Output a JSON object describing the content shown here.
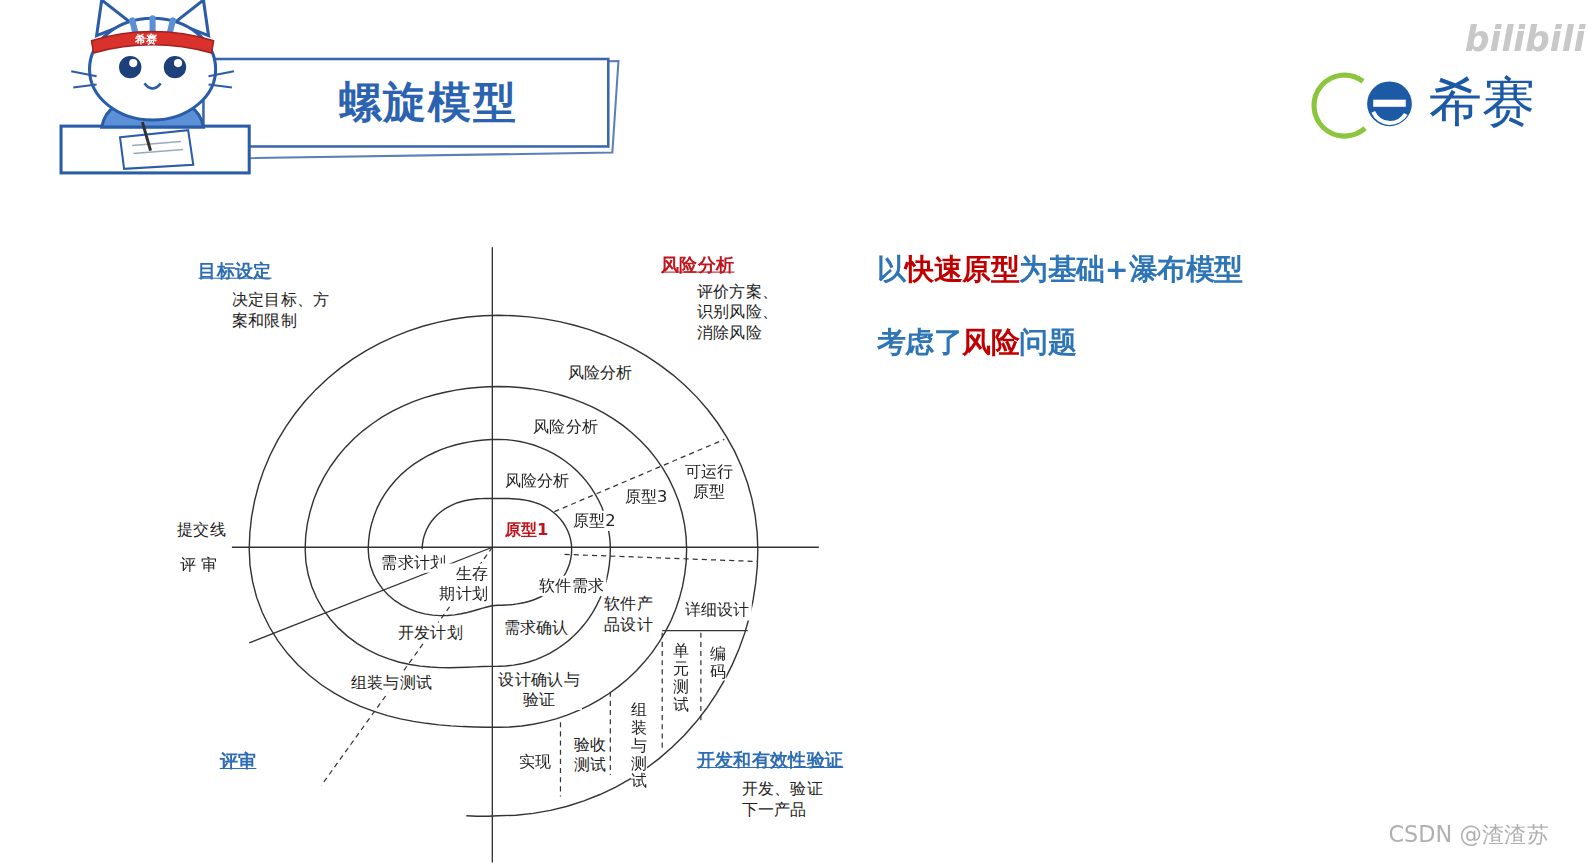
{
  "diagram": {
    "title": "螺旋模型",
    "labels": [
      "希赛",
      "希赛",
      "bilibili",
      "以",
      "快速原型",
      "为基础+瀑布模型",
      "考虑了",
      "风险",
      "问题",
      "目标设定",
      "决定目标、方案和限制",
      "风险分析",
      "评价方案、识别风险、消除风险",
      "风险分析",
      "风险分析",
      "风险分析",
      "原型1",
      "原型2",
      "原型3",
      "可运行原型",
      "提交线",
      "评 审",
      "需求计划",
      "生存期计划",
      "软件需求",
      "软件产品设计",
      "详细设计",
      "单元测试",
      "编码",
      "开发计划",
      "需求确认",
      "组装与测试",
      "设计确认与验证",
      "组装与测试",
      "验收测试",
      "实现",
      "评审",
      "开发和有效性验证",
      "开发、验证下一产品",
      "CSDN @渣渣苏"
    ]
  }
}
